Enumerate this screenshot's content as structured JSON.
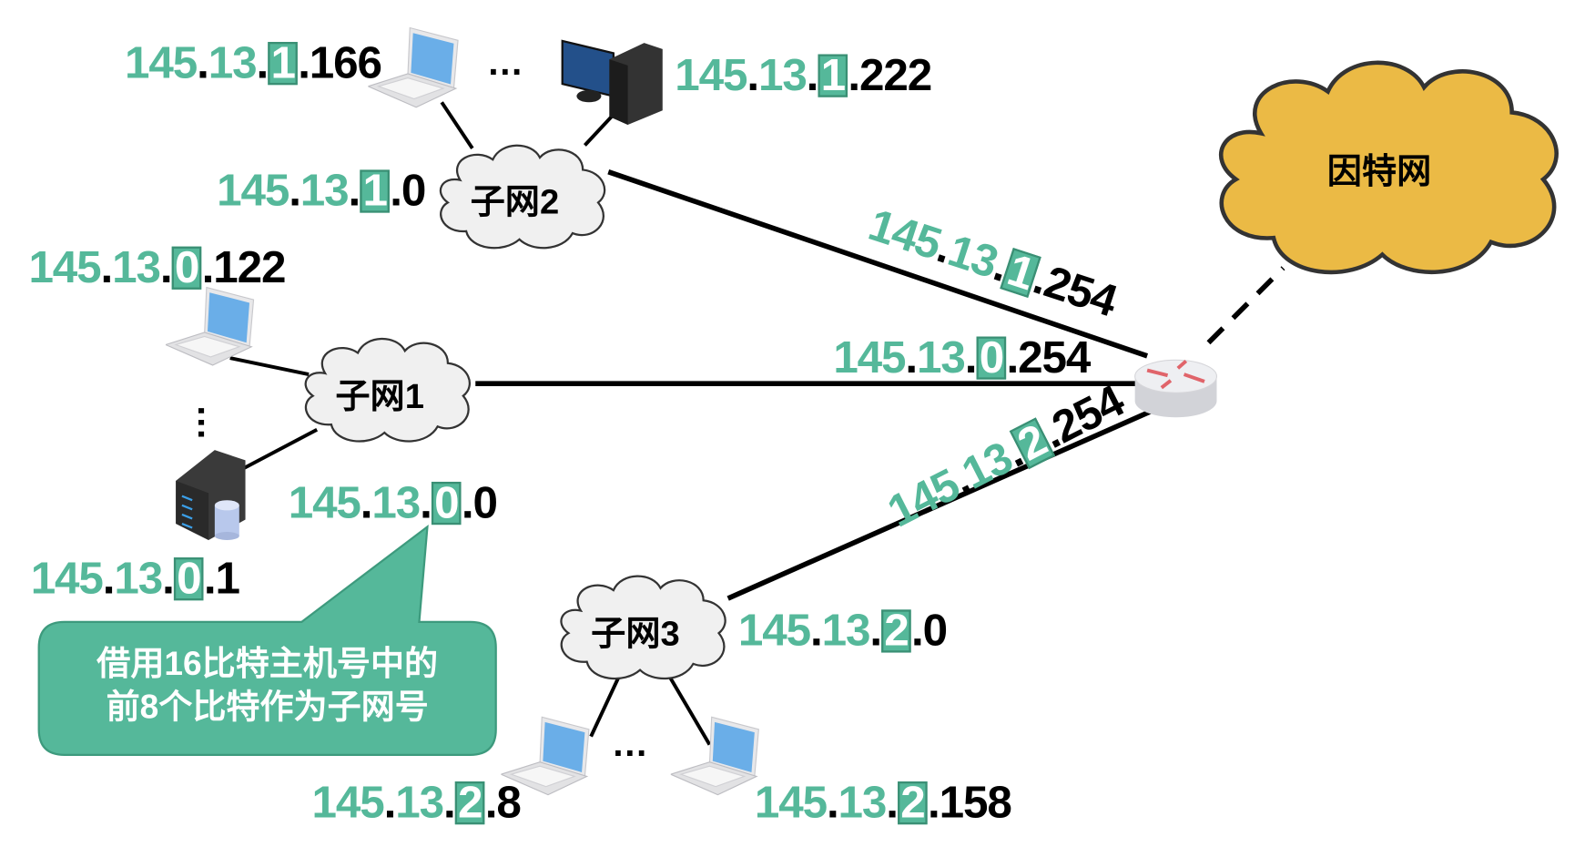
{
  "colors": {
    "accent": "#55b89a",
    "internet_cloud": "#ebba45",
    "subnet_cloud": "#f0f0f0",
    "router_arrow": "#e0646a"
  },
  "clouds": {
    "subnet1": "子网1",
    "subnet2": "子网2",
    "subnet3": "子网3",
    "internet": "因特网"
  },
  "callout": {
    "line1": "借用16比特主机号中的",
    "line2": "前8个比特作为子网号"
  },
  "ellipsis": "…",
  "addresses": {
    "host_1_166": {
      "a": "145",
      "b": "13",
      "subnet": "1",
      "host": "166"
    },
    "host_1_222": {
      "a": "145",
      "b": "13",
      "subnet": "1",
      "host": "222"
    },
    "net_1_0": {
      "a": "145",
      "b": "13",
      "subnet": "1",
      "host": "0"
    },
    "host_0_122": {
      "a": "145",
      "b": "13",
      "subnet": "0",
      "host": "122"
    },
    "host_0_1": {
      "a": "145",
      "b": "13",
      "subnet": "0",
      "host": "1"
    },
    "net_0_0": {
      "a": "145",
      "b": "13",
      "subnet": "0",
      "host": "0"
    },
    "net_2_0": {
      "a": "145",
      "b": "13",
      "subnet": "2",
      "host": "0"
    },
    "host_2_8": {
      "a": "145",
      "b": "13",
      "subnet": "2",
      "host": "8"
    },
    "host_2_158": {
      "a": "145",
      "b": "13",
      "subnet": "2",
      "host": "158"
    },
    "router_1_254": {
      "a": "145",
      "b": "13",
      "subnet": "1",
      "host": "254"
    },
    "router_0_254": {
      "a": "145",
      "b": "13",
      "subnet": "0",
      "host": "254"
    },
    "router_2_254": {
      "a": "145",
      "b": "13",
      "subnet": "2",
      "host": "254"
    }
  }
}
